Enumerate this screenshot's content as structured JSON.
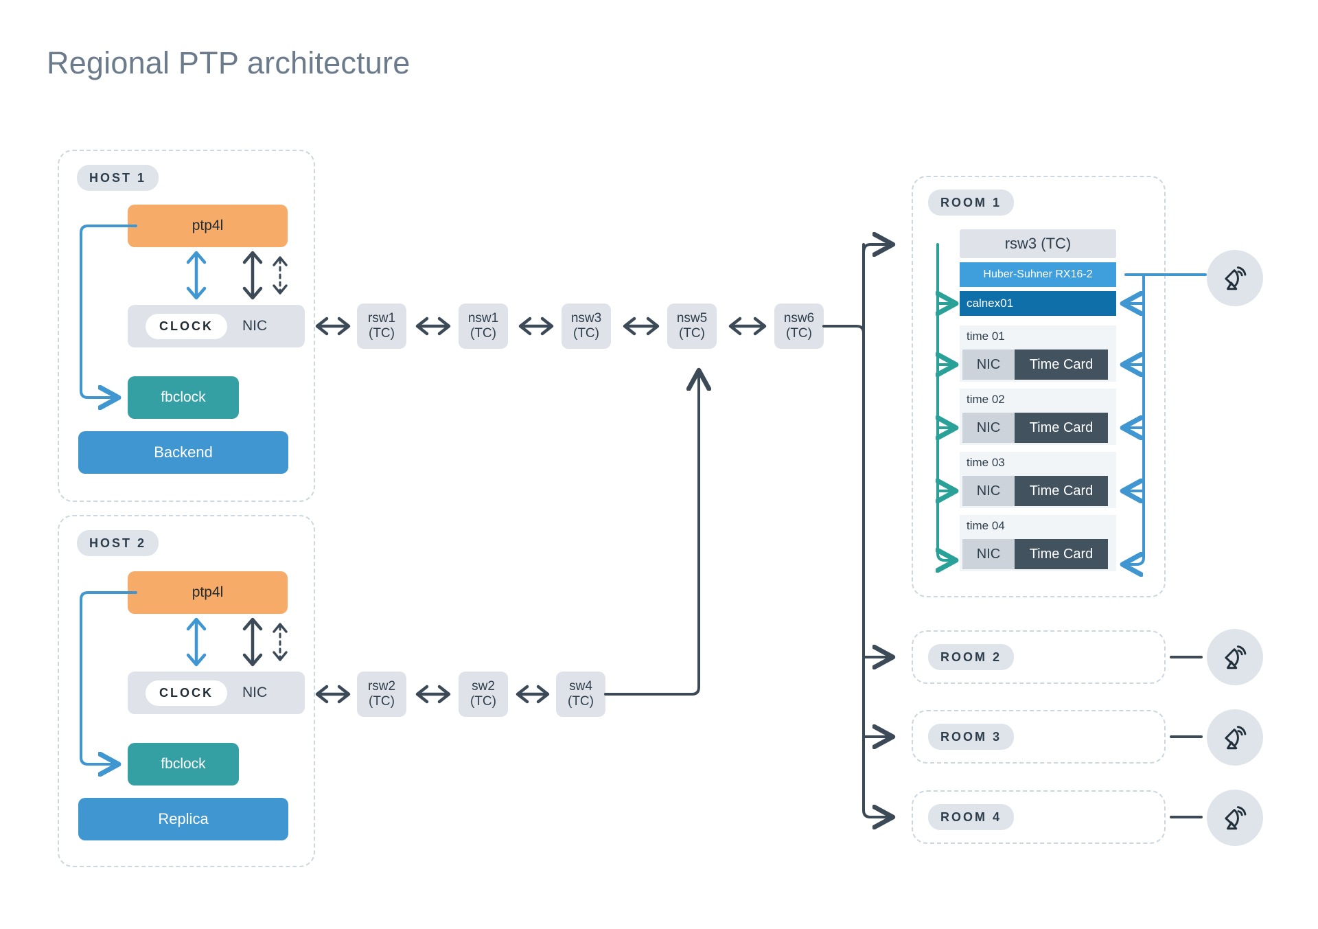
{
  "title": "Regional PTP architecture",
  "hosts": [
    {
      "name": "HOST 1",
      "ptp4l": "ptp4l",
      "clock": "CLOCK",
      "nic": "NIC",
      "fbclock": "fbclock",
      "role": "Backend",
      "chain": [
        {
          "name": "rsw1",
          "tc": "(TC)"
        },
        {
          "name": "nsw1",
          "tc": "(TC)"
        },
        {
          "name": "nsw3",
          "tc": "(TC)"
        },
        {
          "name": "nsw5",
          "tc": "(TC)"
        },
        {
          "name": "nsw6",
          "tc": "(TC)"
        }
      ]
    },
    {
      "name": "HOST 2",
      "ptp4l": "ptp4l",
      "clock": "CLOCK",
      "nic": "NIC",
      "fbclock": "fbclock",
      "role": "Replica",
      "chain": [
        {
          "name": "rsw2",
          "tc": "(TC)"
        },
        {
          "name": "sw2",
          "tc": "(TC)"
        },
        {
          "name": "sw4",
          "tc": "(TC)"
        }
      ]
    }
  ],
  "room1": {
    "name": "ROOM 1",
    "rsw3": "rsw3 (TC)",
    "huber": "Huber-Suhner RX16-2",
    "calnex": "calnex01",
    "servers": [
      {
        "label": "time 01",
        "nic": "NIC",
        "timecard": "Time Card"
      },
      {
        "label": "time 02",
        "nic": "NIC",
        "timecard": "Time Card"
      },
      {
        "label": "time 03",
        "nic": "NIC",
        "timecard": "Time Card"
      },
      {
        "label": "time 04",
        "nic": "NIC",
        "timecard": "Time Card"
      }
    ]
  },
  "rooms": [
    {
      "name": "ROOM 2"
    },
    {
      "name": "ROOM 3"
    },
    {
      "name": "ROOM 4"
    }
  ],
  "icons": {
    "satellite": "satellite-dish-icon",
    "bidirectional": "double-arrow-icon"
  },
  "colors": {
    "title": "#6b7b8c",
    "ptp4l": "#f7ab68",
    "fbclock": "#34a0a4",
    "backend": "#3f96d1",
    "calnex": "#0f6fa8",
    "huber": "#3f9fdc",
    "timecard": "#42525f",
    "chip": "#dfe4ea",
    "dashed_border": "#ccd6de",
    "teal_arrow": "#2aa198",
    "blue_arrow": "#3f96d1",
    "dark_arrow": "#3c4a57"
  }
}
